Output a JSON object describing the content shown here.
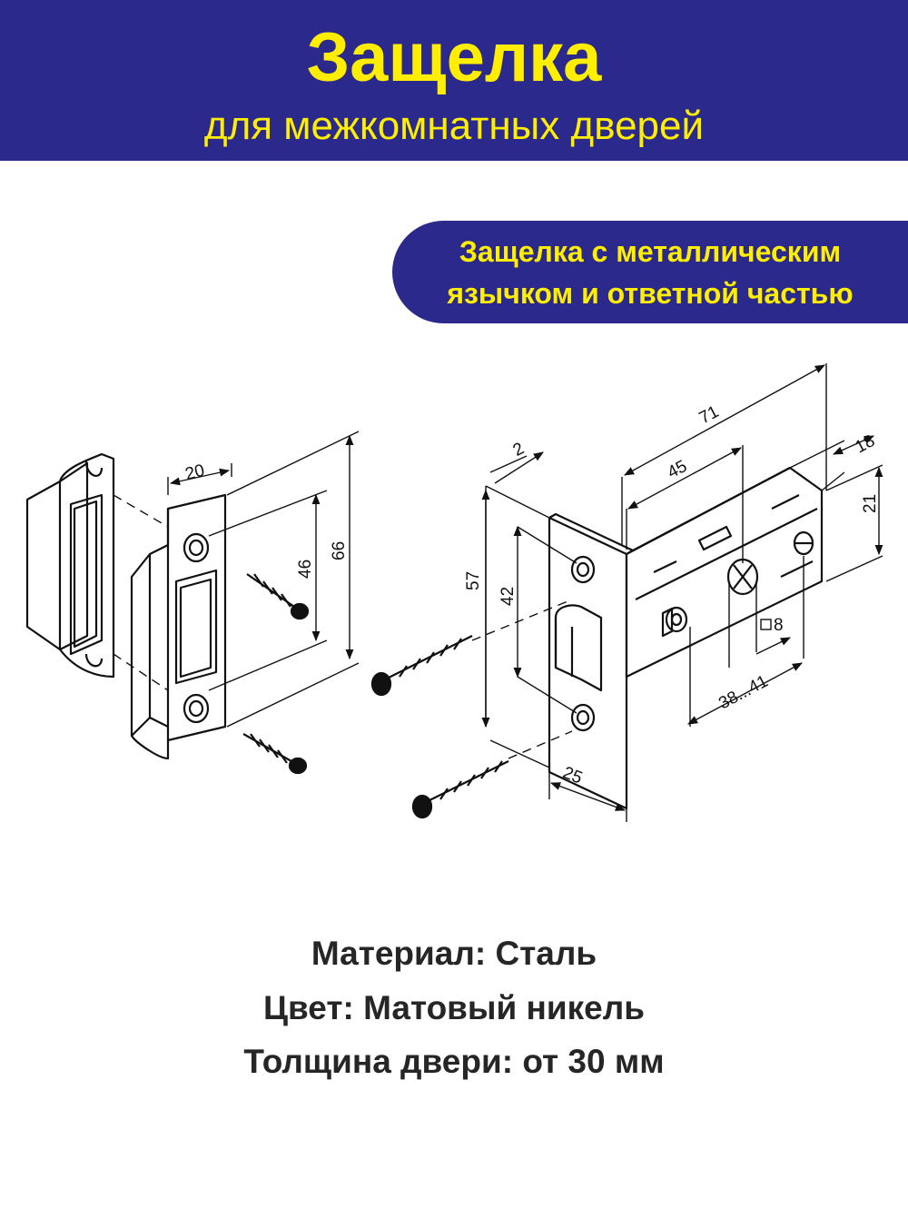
{
  "header": {
    "title": "Защелка",
    "subtitle": "для межкомнатных дверей"
  },
  "badge": {
    "line1": "Защелка с металлическим",
    "line2": "язычком и ответной частью"
  },
  "dimensions": {
    "strike_width": "20",
    "strike_hole_spacing": "46",
    "strike_height": "66",
    "faceplate_thickness": "2",
    "faceplate_height": "57",
    "faceplate_hole_spacing": "42",
    "faceplate_width": "25",
    "body_length": "71",
    "backset": "45",
    "body_depth": "18",
    "body_height": "21",
    "spindle_square": "8",
    "door_range": "38...41"
  },
  "specs": {
    "material": "Материал: Сталь",
    "color": "Цвет: Матовый никель",
    "door_thickness": "Толщина двери: от 30 мм"
  },
  "colors": {
    "header_bg": "#2b2a8c",
    "accent_text": "#ffee00",
    "body_text": "#262626"
  }
}
